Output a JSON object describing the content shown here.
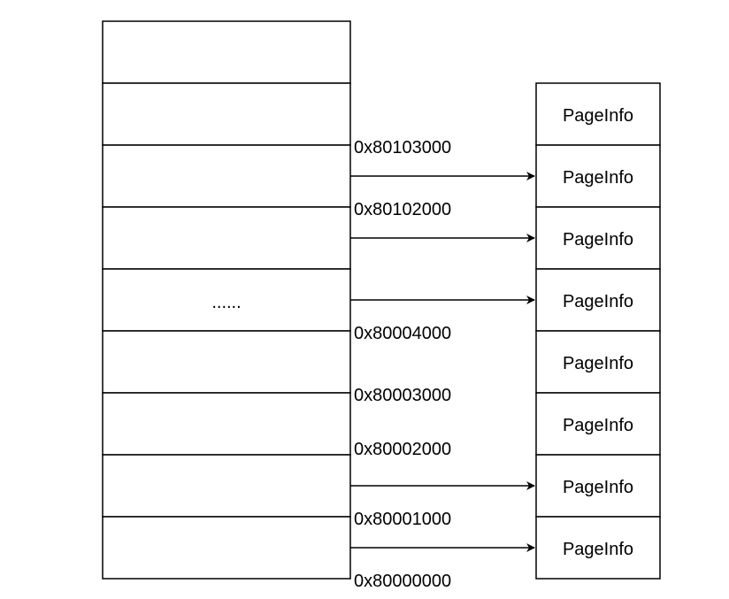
{
  "memory": {
    "cells": [
      "",
      "",
      "",
      "",
      "......",
      "",
      "",
      "",
      ""
    ]
  },
  "addresses": [
    "0x80103000",
    "0x80102000",
    "0x80004000",
    "0x80003000",
    "0x80002000",
    "0x80001000",
    "0x80000000"
  ],
  "pageinfo": {
    "cells": [
      "PageInfo",
      "PageInfo",
      "PageInfo",
      "PageInfo",
      "PageInfo",
      "PageInfo",
      "PageInfo",
      "PageInfo"
    ]
  },
  "colors": {
    "stroke": "#000000",
    "background": "#ffffff"
  }
}
